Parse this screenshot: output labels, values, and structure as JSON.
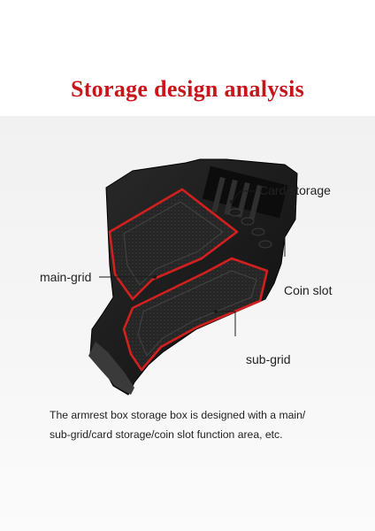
{
  "title": "Storage design analysis",
  "labels": {
    "card_storage": "Card storage",
    "main_grid": "main-grid",
    "coin_slot": "Coin slot",
    "sub_grid": "sub-grid"
  },
  "caption": {
    "line1": "The armrest box storage box is designed with a main/",
    "line2": "sub-grid/card storage/coin slot function area, etc."
  },
  "colors": {
    "title": "#c8151b",
    "box_body": "#1a1a1a",
    "mat_trim": "#d3201f",
    "background": "#f3f3f3"
  }
}
